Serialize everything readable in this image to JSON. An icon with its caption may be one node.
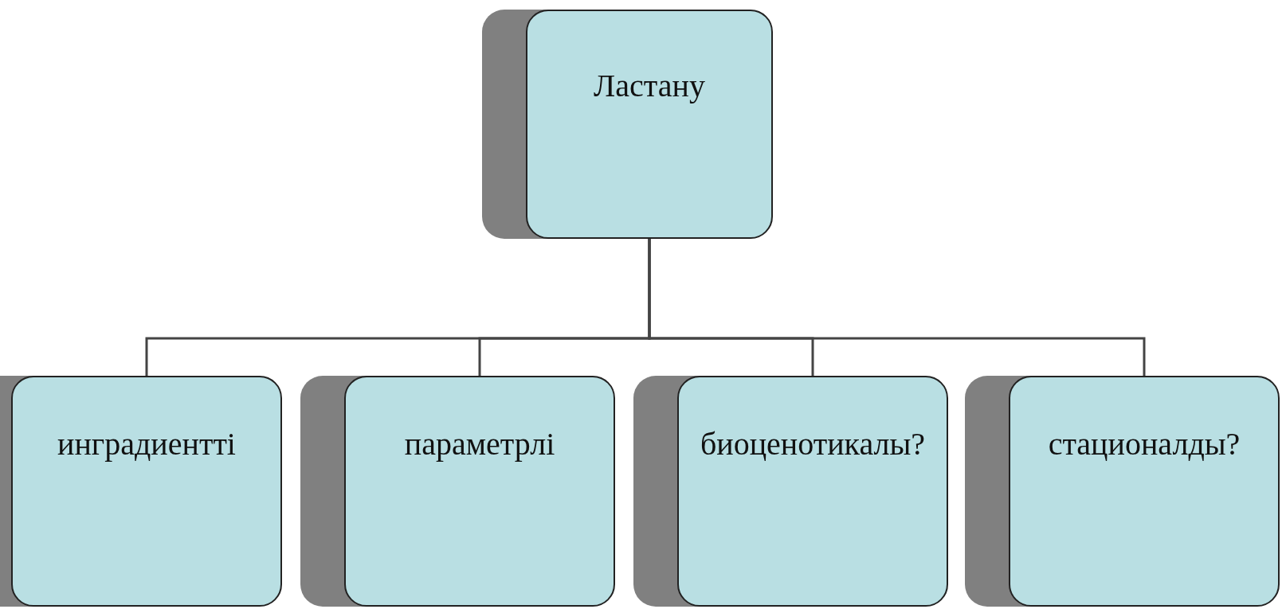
{
  "diagram": {
    "nodes": [
      {
        "text": [
          "Ластану"
        ]
      },
      {
        "text": [
          "ингрaдиентті"
        ]
      },
      {
        "text": [
          "параметрлі"
        ]
      },
      {
        "text": [
          "биоценотикалы?"
        ]
      },
      {
        "text": [
          "стационалды?"
        ]
      }
    ],
    "edges": [
      {
        "from": 0,
        "to": 1,
        "arrow": "none"
      },
      {
        "from": 0,
        "to": 2,
        "arrow": "none"
      },
      {
        "from": 0,
        "to": 3,
        "arrow": "none"
      },
      {
        "from": 0,
        "to": 4,
        "arrow": "none"
      }
    ]
  }
}
